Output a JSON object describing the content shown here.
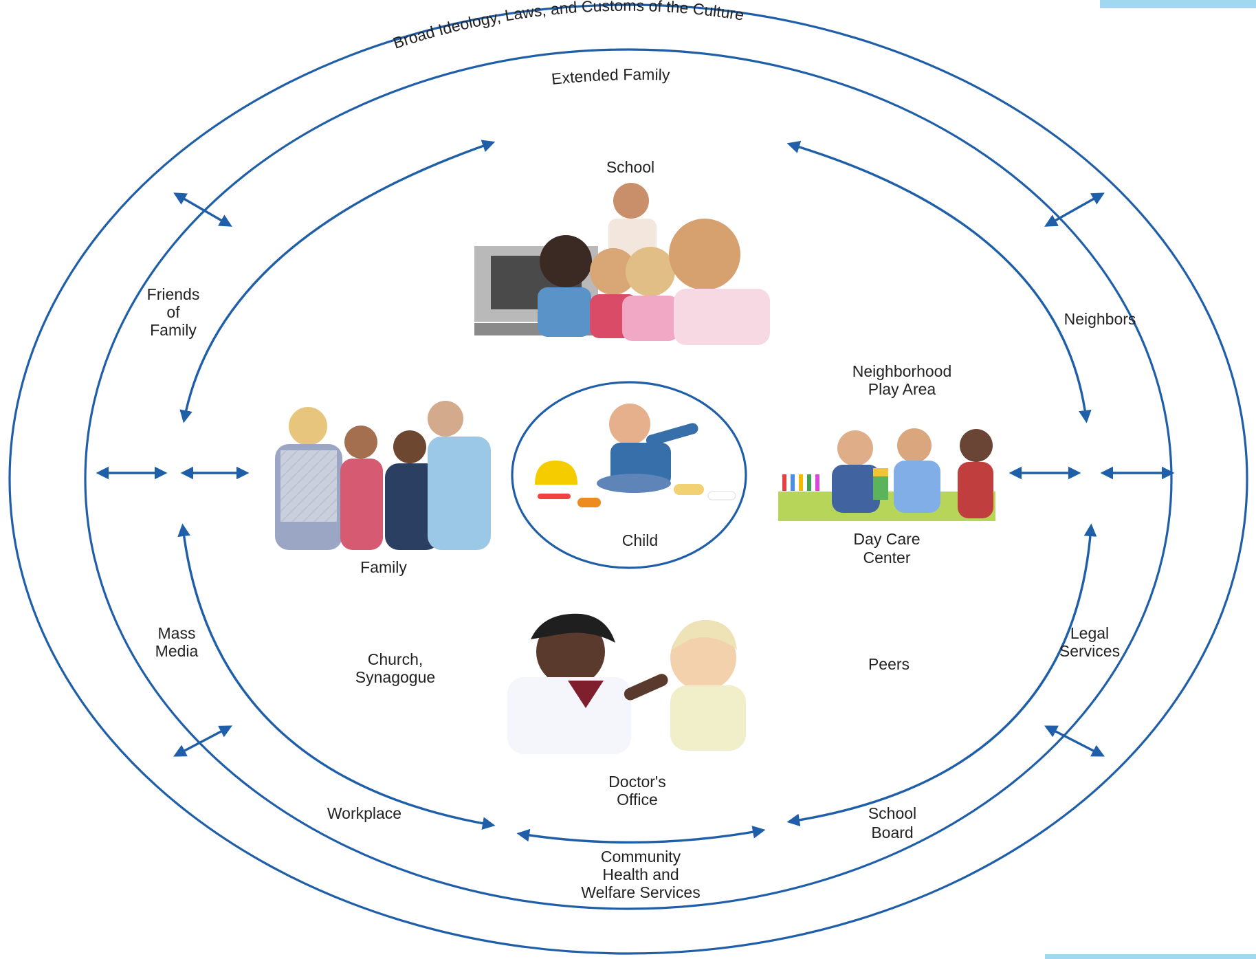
{
  "colors": {
    "ring": "#1f5ea8",
    "text": "#222222",
    "accent": "#9fd8f0"
  },
  "rings": {
    "outer": "Broad Ideology, Laws, and Customs of the Culture",
    "middle": "Extended Family"
  },
  "labels": {
    "school": "School",
    "family": "Family",
    "child": "Child",
    "neighborhood_1": "Neighborhood",
    "neighborhood_2": "Play Area",
    "daycare_1": "Day Care",
    "daycare_2": "Center",
    "church_1": "Church,",
    "church_2": "Synagogue",
    "peers": "Peers",
    "doctor_1": "Doctor's",
    "doctor_2": "Office",
    "friends_1": "Friends",
    "friends_2": "of",
    "friends_3": "Family",
    "neighbors": "Neighbors",
    "mass_media_1": "Mass",
    "mass_media_2": "Media",
    "legal_1": "Legal",
    "legal_2": "Services",
    "workplace": "Workplace",
    "school_board_1": "School",
    "school_board_2": "Board",
    "community_1": "Community",
    "community_2": "Health and",
    "community_3": "Welfare Services"
  },
  "photos": {
    "school": "school-photo",
    "family": "family-photo",
    "child": "child-photo",
    "daycare": "daycare-photo",
    "doctor": "doctor-photo"
  }
}
